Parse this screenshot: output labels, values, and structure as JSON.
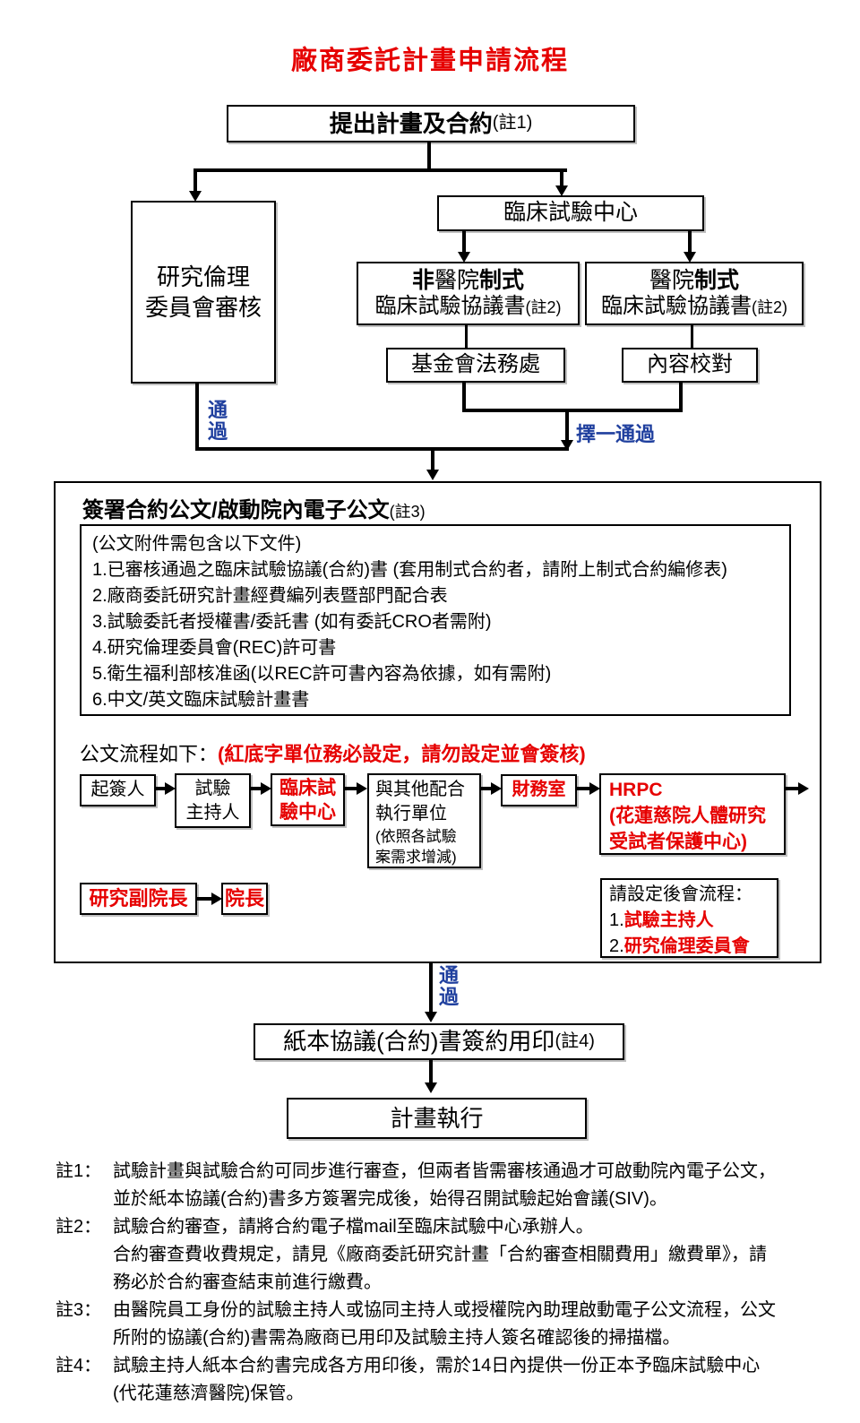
{
  "title": "廠商委託計畫申請流程",
  "colors": {
    "red": "#e60000",
    "blue": "#1f3f9e"
  },
  "top_flow": {
    "submit": {
      "text": "提出計畫及合約",
      "note": "(註1)"
    },
    "ethics": {
      "lines": [
        "研究倫理",
        "委員會審核"
      ]
    },
    "ctc": {
      "text": "臨床試驗中心"
    },
    "non_hospital": {
      "seg1": "非",
      "seg2": "醫院",
      "seg3": "制式",
      "line2": "臨床試驗協議書",
      "note": "(註2)"
    },
    "hospital": {
      "seg1": "醫院",
      "seg2": "制式",
      "line2": "臨床試驗協議書",
      "note": "(註2)"
    },
    "foundation_legal": {
      "text": "基金會法務處"
    },
    "proofread": {
      "text": "內容校對"
    },
    "label_pass": "通過",
    "label_pass_one": "擇一通過"
  },
  "main_box": {
    "header": {
      "text": "簽署合約公文/啟動院內電子公文",
      "note": "(註3)"
    },
    "attachments": {
      "intro": "(公文附件需包含以下文件)",
      "items": [
        "1.已審核通過之臨床試驗協議(合約)書 (套用制式合約者，請附上制式合約編修表)",
        "2.廠商委託研究計畫經費編列表暨部門配合表",
        "3.試驗委託者授權書/委託書 (如有委託CRO者需附)",
        "4.研究倫理委員會(REC)許可書",
        "5.衛生福利部核准函(以REC許可書內容為依據，如有需附)",
        "6.中文/英文臨床試驗計畫書"
      ]
    },
    "route_intro": "公文流程如下：",
    "route_warning": "(紅底字單位務必設定，請勿設定並會簽核)",
    "route": {
      "initiator": "起簽人",
      "pi": {
        "lines": [
          "試驗",
          "主持人"
        ]
      },
      "ctc": {
        "lines": [
          "臨床試",
          "驗中心"
        ]
      },
      "other_units": {
        "lines": [
          "與其他配合",
          "執行單位"
        ],
        "sub_lines": [
          "(依照各試驗",
          "案需求增減)"
        ]
      },
      "finance": "財務室",
      "hrpc": {
        "lines": [
          "HRPC",
          "(花蓮慈院人體研究",
          "受試者保護中心)"
        ]
      },
      "vp": "研究副院長",
      "president": "院長"
    },
    "post_flow": {
      "title": "請設定後會流程：",
      "items": [
        {
          "num": "1.",
          "text": "試驗主持人"
        },
        {
          "num": "2.",
          "text": "研究倫理委員會"
        }
      ]
    }
  },
  "bottom_flow": {
    "label_pass": "通過",
    "paper_sign": {
      "text": "紙本協議(合約)書簽約用印",
      "note": "(註4)"
    },
    "execute": {
      "text": "計畫執行"
    }
  },
  "footnotes": [
    {
      "label": "註1：",
      "lines": [
        "試驗計畫與試驗合約可同步進行審查，但兩者皆需審核通過才可啟動院內電子公文，",
        "並於紙本協議(合約)書多方簽署完成後，始得召開試驗起始會議(SIV)。"
      ]
    },
    {
      "label": "註2：",
      "lines": [
        "試驗合約審查，請將合約電子檔mail至臨床試驗中心承辦人。",
        "合約審查費收費規定，請見《廠商委託研究計畫「合約審查相關費用」繳費單》，請",
        "務必於合約審查結束前進行繳費。"
      ]
    },
    {
      "label": "註3：",
      "lines": [
        "由醫院員工身份的試驗主持人或協同主持人或授權院內助理啟動電子公文流程，公文",
        "所附的協議(合約)書需為廠商已用印及試驗主持人簽名確認後的掃描檔。"
      ]
    },
    {
      "label": "註4：",
      "lines": [
        "試驗主持人紙本合約書完成各方用印後，需於14日內提供一份正本予臨床試驗中心",
        "(代花蓮慈濟醫院)保管。"
      ]
    }
  ]
}
